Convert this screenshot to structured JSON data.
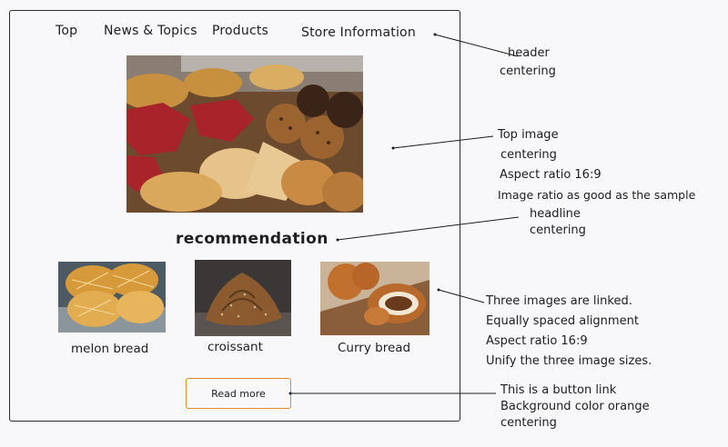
{
  "mockup": {
    "nav": [
      "Top",
      "News & Topics",
      "Products",
      "Store Information"
    ],
    "headline": "recommendation",
    "products": [
      {
        "name": "melon bread"
      },
      {
        "name": "croissant"
      },
      {
        "name": "Curry bread"
      }
    ],
    "button_label": "Read more"
  },
  "annotations": {
    "header": [
      "header",
      "centering"
    ],
    "top_image": [
      "Top image",
      "centering",
      "Aspect ratio 16:9",
      "Image ratio as good as the sample"
    ],
    "headline": [
      "headline",
      "centering"
    ],
    "products": [
      "Three images are linked.",
      "Equally spaced alignment",
      "Aspect ratio 16:9",
      "Unify the three image sizes."
    ],
    "button": [
      "This is a button link",
      "Background color orange",
      "centering"
    ]
  },
  "colors": {
    "frame": "#2b2b2b",
    "button_border": "#e08a2e",
    "background": "#f8f7f9"
  }
}
